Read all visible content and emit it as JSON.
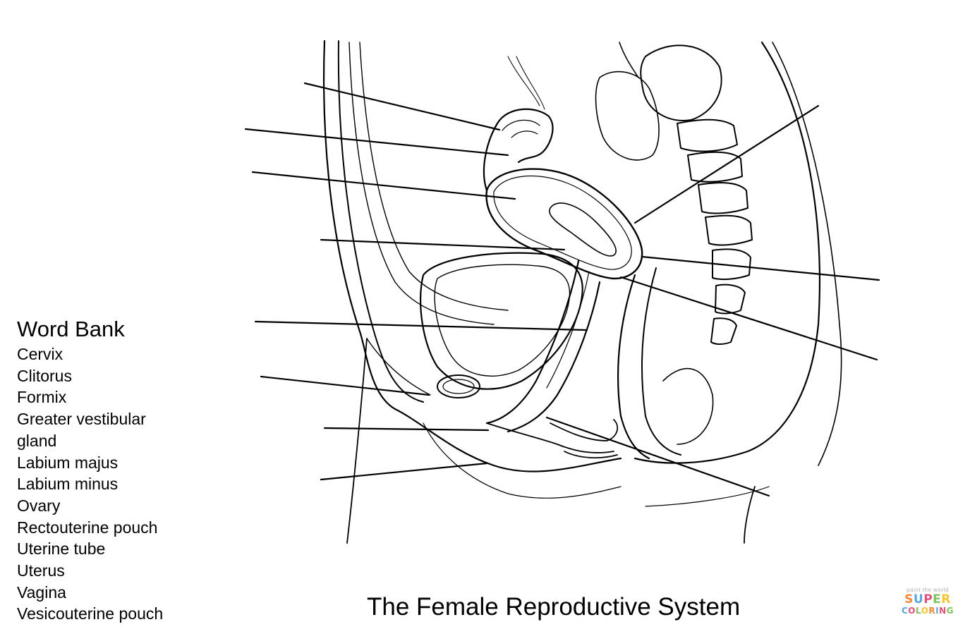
{
  "title": "The Female Reproductive System",
  "word_bank": {
    "heading": "Word Bank",
    "items": [
      "Cervix",
      "Clitorus",
      "Formix",
      "Greater vestibular",
      "gland",
      "Labium majus",
      "Labium minus",
      "Ovary",
      "Rectouterine pouch",
      "Uterine tube",
      "Uterus",
      "Vagina",
      "Vesicouterine pouch"
    ]
  },
  "logo": {
    "tagline": "paint the world",
    "word1": "SUPER",
    "word2": "COLORING"
  },
  "colors": {
    "line": "#000000",
    "background": "#ffffff",
    "logo_orange": "#f08a3a",
    "logo_blue": "#5aa7e0",
    "logo_pink": "#e2507a",
    "logo_green": "#7cc35b",
    "logo_yellow": "#f5c431"
  }
}
